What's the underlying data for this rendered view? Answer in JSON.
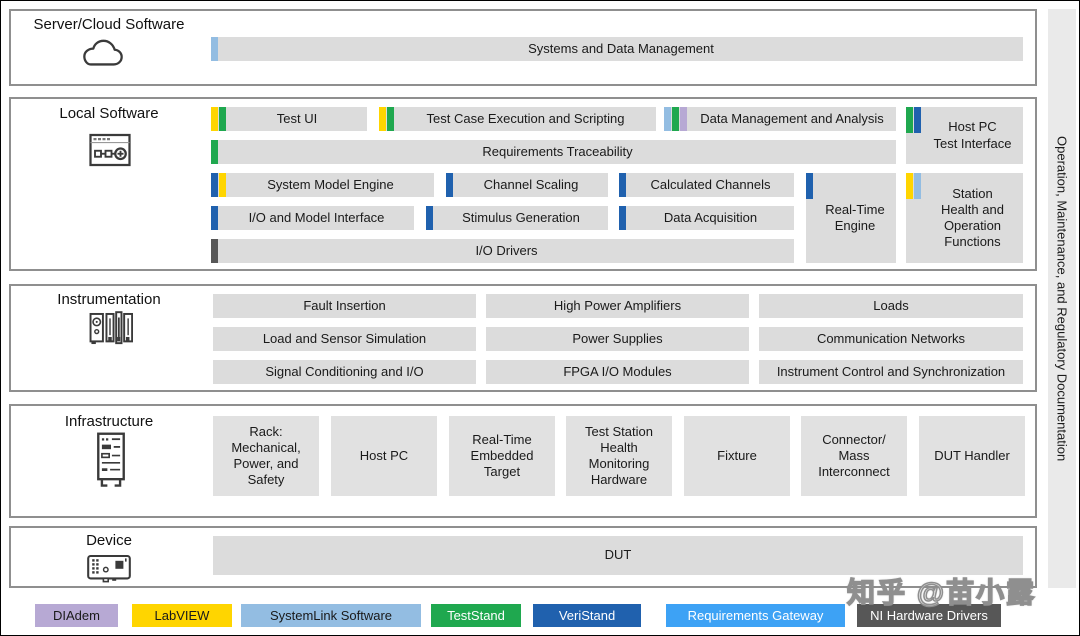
{
  "colors": {
    "diadem": "#b7a9d4",
    "labview": "#ffd500",
    "systemlink": "#93bde2",
    "teststand": "#1fa84f",
    "veristand": "#2061ae",
    "reqgateway": "#3da2f5",
    "nidrivers": "#575757"
  },
  "server_cloud": {
    "title": "Server/Cloud Software",
    "bar": {
      "label": "Systems and Data Management",
      "markers": [
        "systemlink"
      ]
    }
  },
  "local_software": {
    "title": "Local Software",
    "bars": [
      {
        "label": "Test UI",
        "markers": [
          "labview",
          "teststand"
        ]
      },
      {
        "label": "Test Case Execution and Scripting",
        "markers": [
          "labview",
          "teststand"
        ]
      },
      {
        "label": "Data Management and Analysis",
        "markers": [
          "systemlink",
          "teststand",
          "diadem"
        ]
      },
      {
        "label": "Host PC\nTest Interface",
        "markers": [
          "teststand",
          "veristand"
        ]
      },
      {
        "label": "Requirements Traceability",
        "markers": [
          "teststand"
        ]
      },
      {
        "label": "System Model Engine",
        "markers": [
          "veristand",
          "labview"
        ]
      },
      {
        "label": "Channel Scaling",
        "markers": [
          "veristand"
        ]
      },
      {
        "label": "Calculated Channels",
        "markers": [
          "veristand"
        ]
      },
      {
        "label": "Real-Time\nEngine",
        "markers": [
          "veristand"
        ]
      },
      {
        "label": "Station\nHealth and\nOperation\nFunctions",
        "markers": [
          "labview",
          "systemlink"
        ]
      },
      {
        "label": "I/O and Model Interface",
        "markers": [
          "veristand"
        ]
      },
      {
        "label": "Stimulus Generation",
        "markers": [
          "veristand"
        ]
      },
      {
        "label": "Data Acquisition",
        "markers": [
          "veristand"
        ]
      },
      {
        "label": "I/O Drivers",
        "markers": [
          "nidrivers"
        ]
      }
    ]
  },
  "instrumentation": {
    "title": "Instrumentation",
    "items": [
      "Fault Insertion",
      "High Power Amplifiers",
      "Loads",
      "Load and Sensor Simulation",
      "Power Supplies",
      "Communication Networks",
      "Signal Conditioning and I/O",
      "FPGA I/O Modules",
      "Instrument Control and Synchronization"
    ]
  },
  "infrastructure": {
    "title": "Infrastructure",
    "boxes": [
      "Rack:\nMechanical,\nPower, and\nSafety",
      "Host PC",
      "Real-Time\nEmbedded\nTarget",
      "Test Station\nHealth\nMonitoring\nHardware",
      "Fixture",
      "Connector/\nMass\nInterconnect",
      "DUT Handler"
    ]
  },
  "device": {
    "title": "Device",
    "bar": {
      "label": "DUT",
      "markers": []
    }
  },
  "right_rail": {
    "label": "Operation, Maintenance, and Regulatory Documentation"
  },
  "legend": {
    "items": [
      {
        "label": "DIAdem",
        "color": "diadem"
      },
      {
        "label": "LabVIEW",
        "color": "labview"
      },
      {
        "label": "SystemLink Software",
        "color": "systemlink"
      },
      {
        "label": "TestStand",
        "color": "teststand"
      },
      {
        "label": "VeriStand",
        "color": "veristand"
      },
      {
        "label": "Requirements Gateway",
        "color": "reqgateway"
      },
      {
        "label": "NI Hardware Drivers",
        "color": "nidrivers"
      }
    ]
  },
  "watermark": "知乎 @苗小露"
}
